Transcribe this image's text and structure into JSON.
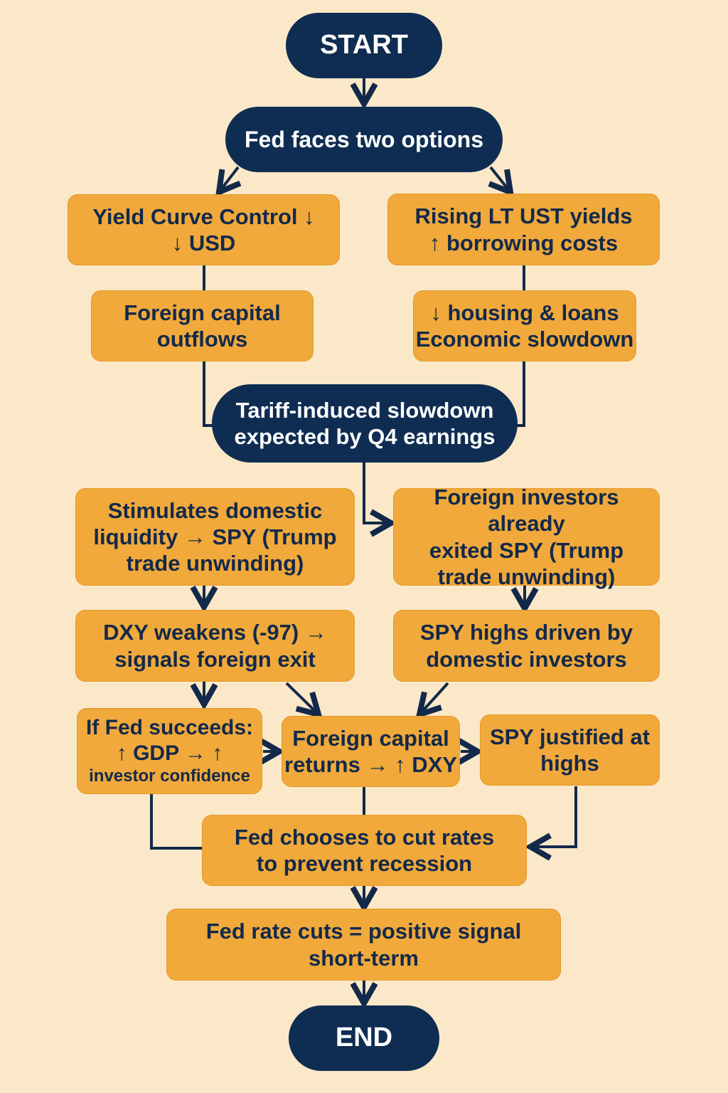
{
  "nodes": {
    "start": "START",
    "fed_options": "Fed faces two options",
    "ycc": "Yield Curve Control ↓\n↓ USD",
    "rising": "Rising LT UST yields\n↑ borrowing costs",
    "outflows": "Foreign capital\noutflows",
    "housing": "↓ housing & loans\nEconomic slowdown",
    "tariff": "Tariff-induced slowdown\nexpected by Q4 earnings",
    "stimulates": "Stimulates domestic\nliquidity → SPY (Trump\ntrade unwinding)",
    "foreign_exited": "Foreign investors already\nexited SPY (Trump\ntrade unwinding)",
    "dxy": "DXY weakens (-97) →\nsignals foreign exit",
    "spy_highs": "SPY highs driven by\ndomestic investors",
    "if_fed": "If Fed succeeds:\n↑ GDP → ↑",
    "if_fed_sub": "investor confidence",
    "returns": "Foreign capital\nreturns → ↑ DXY",
    "justified": "SPY justified at\nhighs",
    "cut": "Fed chooses to cut rates\nto prevent recession",
    "positive": "Fed rate cuts = positive signal\nshort-term",
    "end": "END"
  },
  "colors": {
    "navy": "#0f2d52",
    "orange": "#f0a93a",
    "background": "#fbe8c8"
  }
}
